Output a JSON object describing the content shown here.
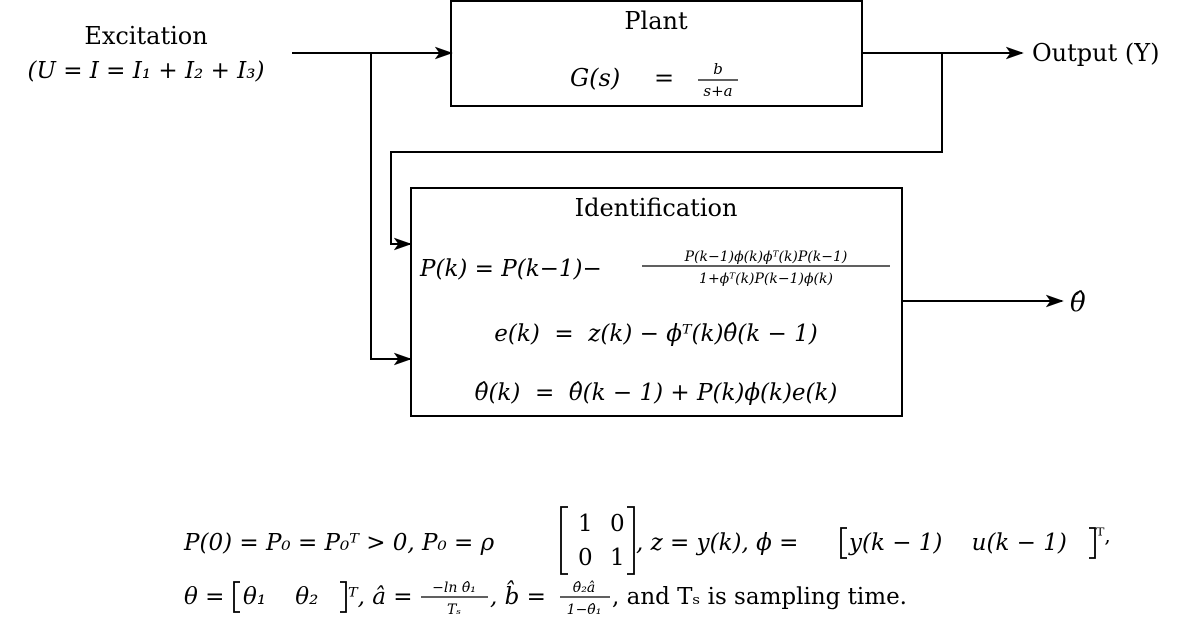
{
  "excitation": {
    "title": "Excitation",
    "formula": "(U = I = I₁ + I₂ + I₃)"
  },
  "plant": {
    "title": "Plant",
    "lhs": "G(s)",
    "eq": "=",
    "num": "b",
    "den": "s+a"
  },
  "output": {
    "label": "Output (Y)"
  },
  "identification": {
    "title": "Identification",
    "eq1_lhs": "P(k) = P(k−1)−",
    "eq1_num": "P(k−1)ϕ(k)ϕᵀ(k)P(k−1)",
    "eq1_den": "1+ϕᵀ(k)P(k−1)ϕ(k)",
    "eq2": "e(k)  =  z(k) − ϕᵀ(k)θ̂(k − 1)",
    "eq3": "θ̂(k)  =  θ̂(k − 1) + P(k)ϕ(k)e(k)"
  },
  "estimate": {
    "label": "θ̂"
  },
  "notes": {
    "line1_a": "P(0) = P₀ = P₀ᵀ > 0, P₀ = ρ",
    "matrix": [
      "1",
      "0",
      "0",
      "1"
    ],
    "line1_b": ", z = y(k), ϕ = ",
    "phi_vec": "y(k − 1)    u(k − 1)",
    "transpose": "ᵀ,",
    "line2_a": "θ = ",
    "theta_vec": "θ₁    θ₂",
    "line2_b": "ᵀ, â = ",
    "a_num": "−ln θ̂₁",
    "a_den": "Tₛ",
    "line2_c": ", b̂ = ",
    "b_num": "θ̂₂â",
    "b_den": "1−θ̂₁",
    "line2_d": ", and Tₛ is sampling time."
  }
}
